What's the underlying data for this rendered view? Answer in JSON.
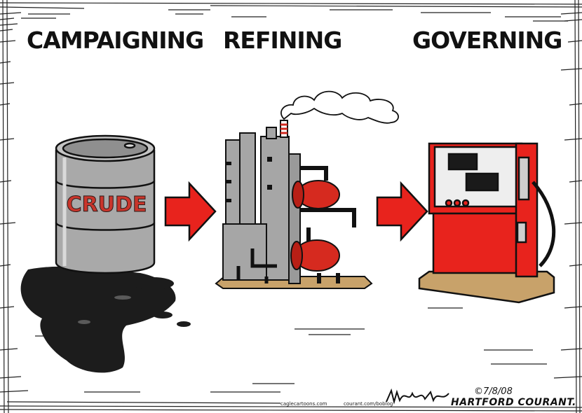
{
  "panels": [
    {
      "title": "CAMPAIGNING",
      "label": "CRUDE"
    },
    {
      "title": "REFINING"
    },
    {
      "title": "GOVERNING"
    }
  ],
  "credits": {
    "left": "caglecartoons.com",
    "right": "courant.com/boblog"
  },
  "signature": {
    "date": "©7/8/08",
    "paper": "HARTFORD COURANT."
  },
  "colors": {
    "barrel": "#a9a9a9",
    "oil": "#1c1c1c",
    "arrow": "#e8231d",
    "pump": "#e8231d",
    "refinery": "#a6a6a6",
    "base": "#c8a26a"
  }
}
